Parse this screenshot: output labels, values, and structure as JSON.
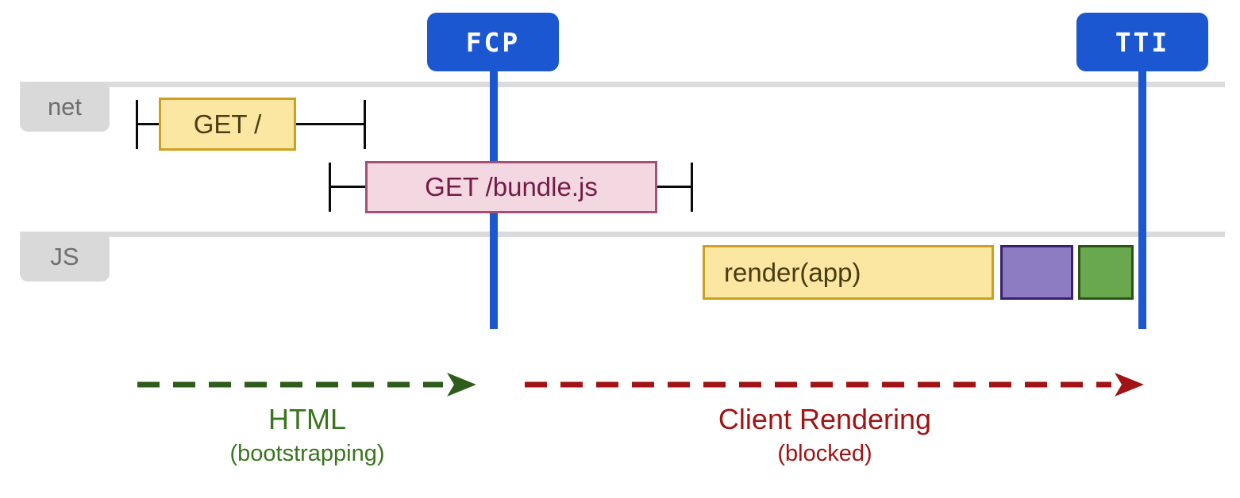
{
  "markers": {
    "fcp": {
      "label": "FCP"
    },
    "tti": {
      "label": "TTI"
    }
  },
  "tracks": {
    "net": {
      "label": "net"
    },
    "js": {
      "label": "JS"
    }
  },
  "network_requests": [
    {
      "name": "get-root",
      "label": "GET /"
    },
    {
      "name": "get-bundle",
      "label": "GET /bundle.js"
    }
  ],
  "js_tasks": [
    {
      "name": "render-app",
      "label": "render(app)",
      "fill": "#fbe7a2",
      "border": "#cfa01f"
    },
    {
      "name": "purple-task",
      "label": "",
      "fill": "#8e7cc3",
      "border": "#38206e"
    },
    {
      "name": "green-task",
      "label": "",
      "fill": "#6aa84f",
      "border": "#2a5414"
    }
  ],
  "phases": [
    {
      "name": "html",
      "title": "HTML",
      "subtitle": "(bootstrapping)",
      "color": "#38761d"
    },
    {
      "name": "client-rendering",
      "title": "Client Rendering",
      "subtitle": "(blocked)",
      "color": "#a11315"
    }
  ],
  "colors": {
    "marker_blue": "#1b57d0",
    "track_rail_gray": "#dbdbdb",
    "track_tab_gray": "#d9d9d9",
    "track_tab_text": "#6e6e6e",
    "yellow_fill": "#fbe7a2",
    "yellow_border": "#cfa01f",
    "pink_fill": "#f3d7e1",
    "pink_border": "#a64d79",
    "pink_text": "#741b47",
    "purple_fill": "#8e7cc3",
    "purple_border": "#38206e",
    "green_fill": "#6aa84f",
    "green_border": "#2a5414",
    "whisker_black": "#0a0a0a",
    "arrow_green": "#2e5c1a",
    "arrow_red": "#a11315"
  }
}
